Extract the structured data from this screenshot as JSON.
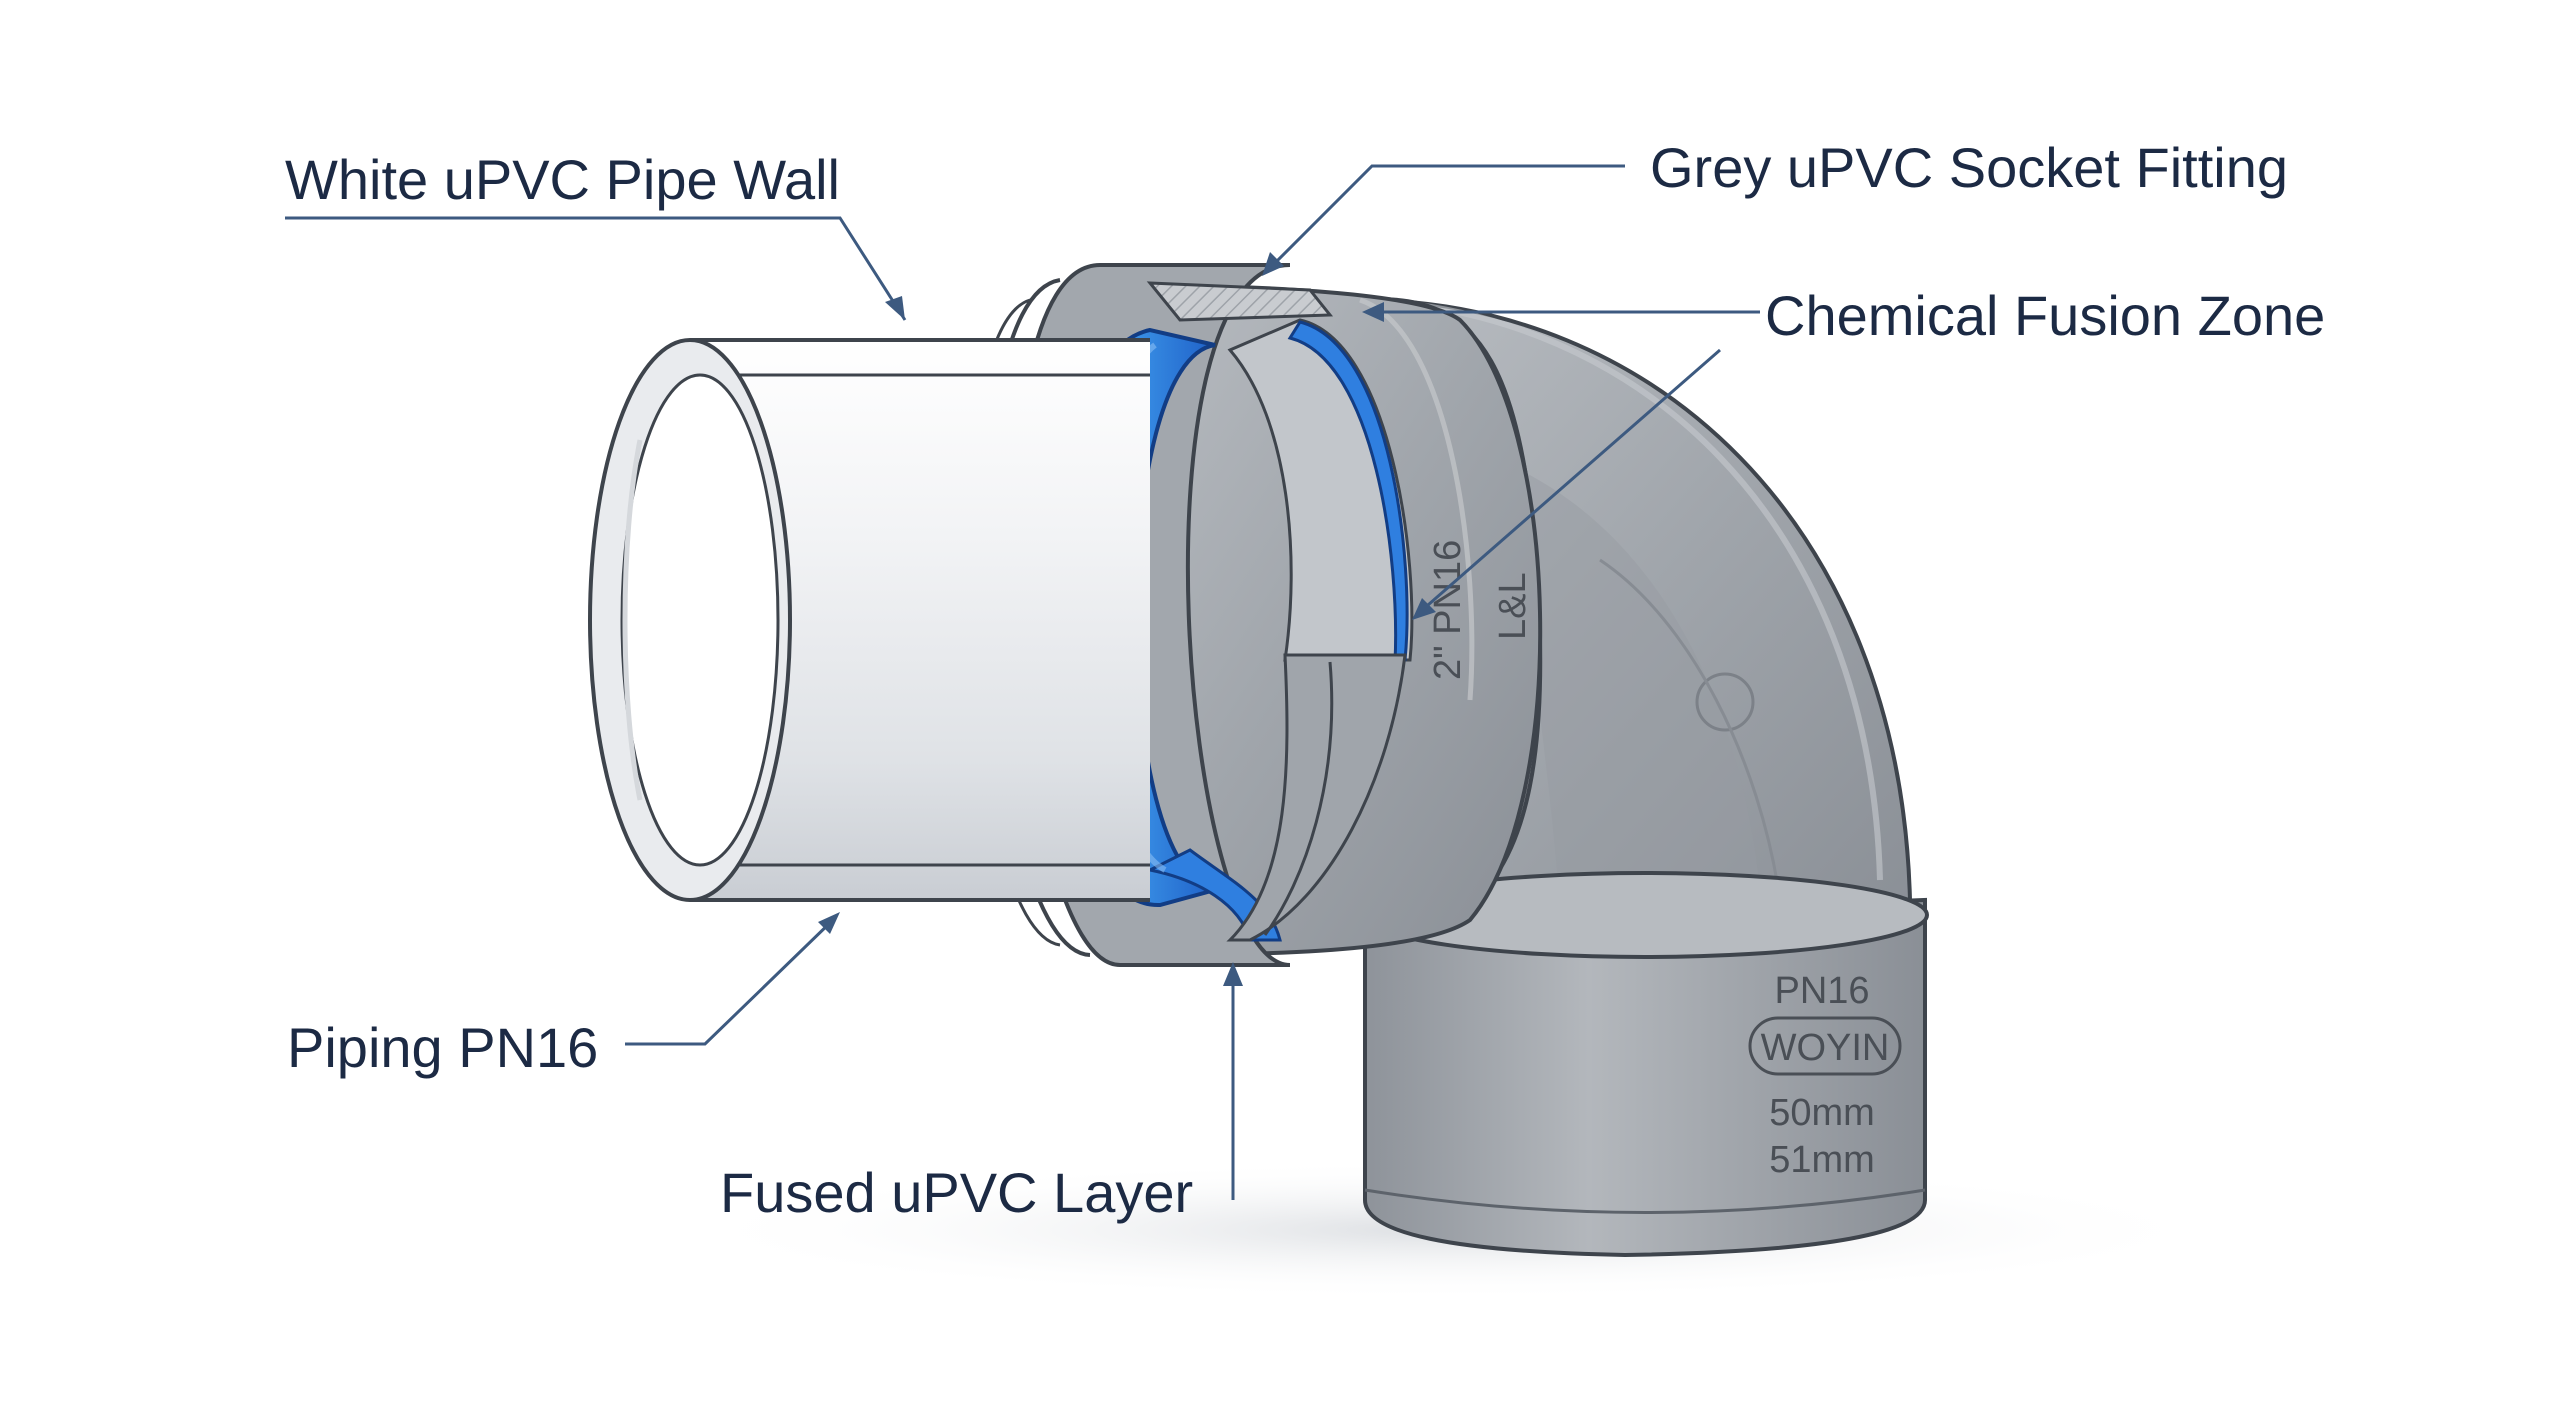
{
  "labels": {
    "pipe_wall": "White uPVC Pipe Wall",
    "socket_fitting": "Grey uPVC Socket Fitting",
    "fusion_zone": "Chemical Fusion Zone",
    "piping": "Piping PN16",
    "fused_layer": "Fused uPVC Layer"
  },
  "markings": {
    "socket_line1": "2\" PN16",
    "socket_line2": "L&L",
    "body_pressure": "PN16",
    "body_brand": "WOYIN",
    "body_size1": "50mm",
    "body_size2": "51mm"
  },
  "colors": {
    "leader_line": "#3d5a80",
    "label_text": "#1c2a44",
    "grey_fitting": "#9aa0a6",
    "white_pipe": "#f4f5f7",
    "fusion_blue": "#2f7fe0"
  }
}
